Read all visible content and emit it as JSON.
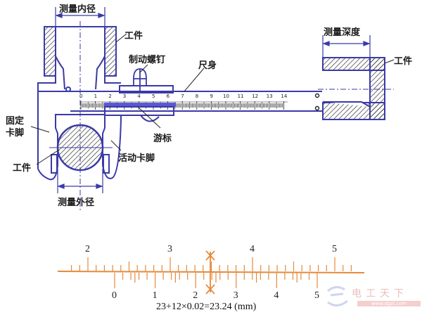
{
  "caliper_diagram": {
    "labels": {
      "inner_diameter": "测量内径",
      "workpiece_top": "工件",
      "lock_screw": "制动螺钉",
      "main_scale": "尺身",
      "depth": "测量深度",
      "workpiece_right": "工件",
      "fixed_jaw_line1": "固定",
      "fixed_jaw_line2": "卡脚",
      "vernier": "游标",
      "movable_jaw": "活动卡脚",
      "workpiece_left": "工件",
      "outer_diameter": "测量外径"
    },
    "main_scale_numbers": [
      "0",
      "1",
      "2",
      "3",
      "4",
      "5",
      "6",
      "7",
      "8",
      "9",
      "10",
      "11",
      "12",
      "13",
      "14"
    ],
    "colors": {
      "outline": "#3a3aa8",
      "vernier": "#4a4ad8",
      "hatch": "#333333",
      "ink": "#1a1a1a"
    }
  },
  "vernier_reading": {
    "main_scale_numbers": [
      "2",
      "3",
      "4",
      "5"
    ],
    "vernier_numbers": [
      "0",
      "1",
      "2",
      "3",
      "4",
      "5"
    ],
    "formula": "23+12×0.02=23.24 (mm)",
    "color": "#e58a3c"
  },
  "watermark": {
    "text": "电工天下",
    "url": "www.dgzj.com"
  }
}
